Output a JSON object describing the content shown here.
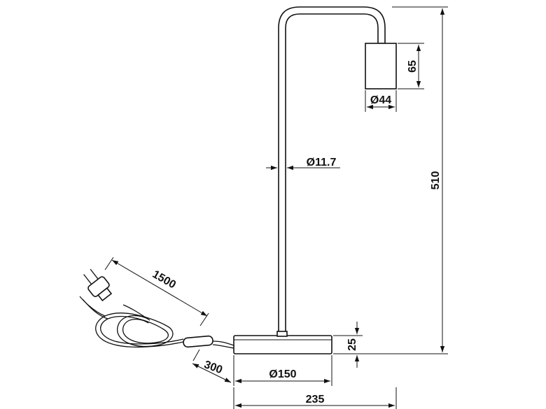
{
  "dimensions": {
    "total_height": "510",
    "socket_height": "65",
    "socket_diameter": "Ø44",
    "rod_diameter": "Ø11.7",
    "cable_length": "1500",
    "switch_distance": "300",
    "base_diameter": "Ø150",
    "base_height": "25",
    "total_width": "235"
  }
}
